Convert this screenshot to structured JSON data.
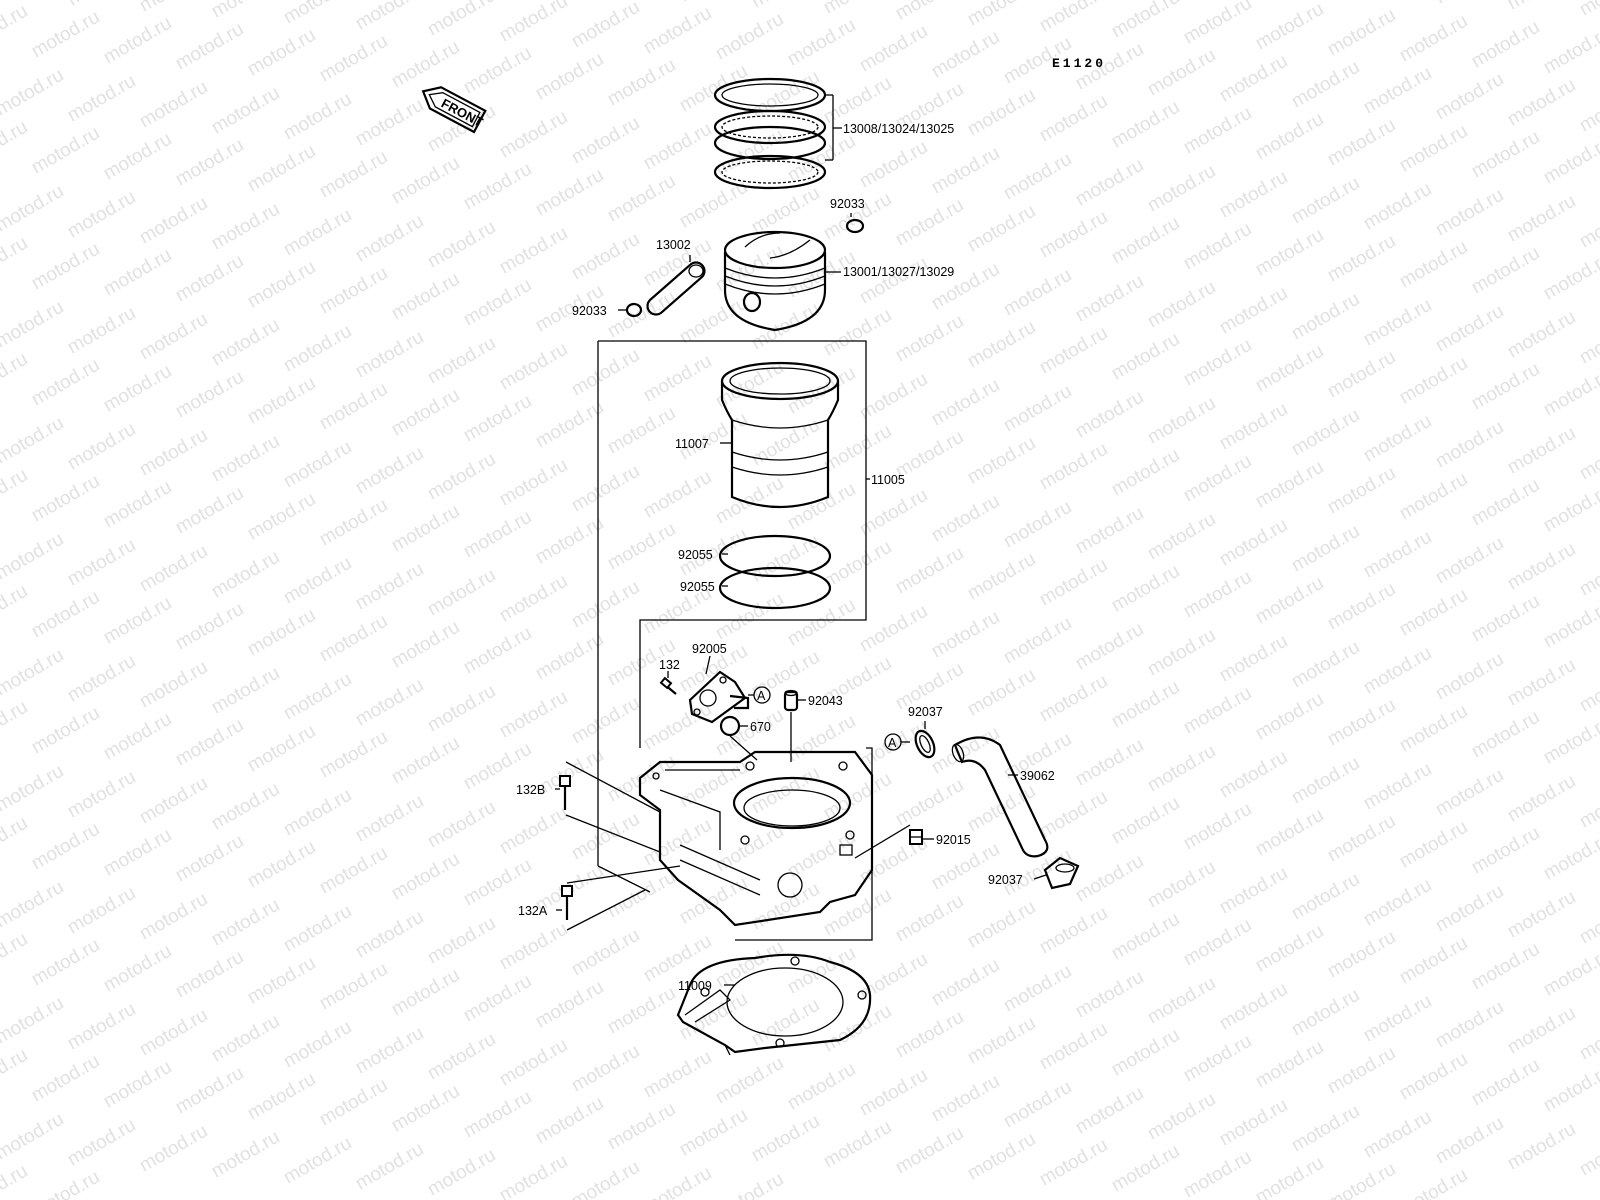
{
  "figure_code": "E1120",
  "watermark": "motod.ru",
  "front_label": "FRONT",
  "callouts": {
    "rings": "13008/13024/13025",
    "circlip_top": "92033",
    "pin": "13002",
    "piston": "13001/13027/13029",
    "circlip_left": "92033",
    "sleeve": "11007",
    "cylinder_assy": "11005",
    "oring_upper": "92055",
    "oring_lower": "92055",
    "fitting": "92005",
    "bolt_fitting": "132",
    "ref_a_fitting": "A",
    "oring_fitting": "670",
    "dowel": "92043",
    "clamp_upper": "92037",
    "ref_a_hose": "A",
    "hose": "39062",
    "bolt_b": "132B",
    "nut": "92015",
    "clamp_lower": "92037",
    "bolt_a": "132A",
    "gasket": "11009"
  }
}
